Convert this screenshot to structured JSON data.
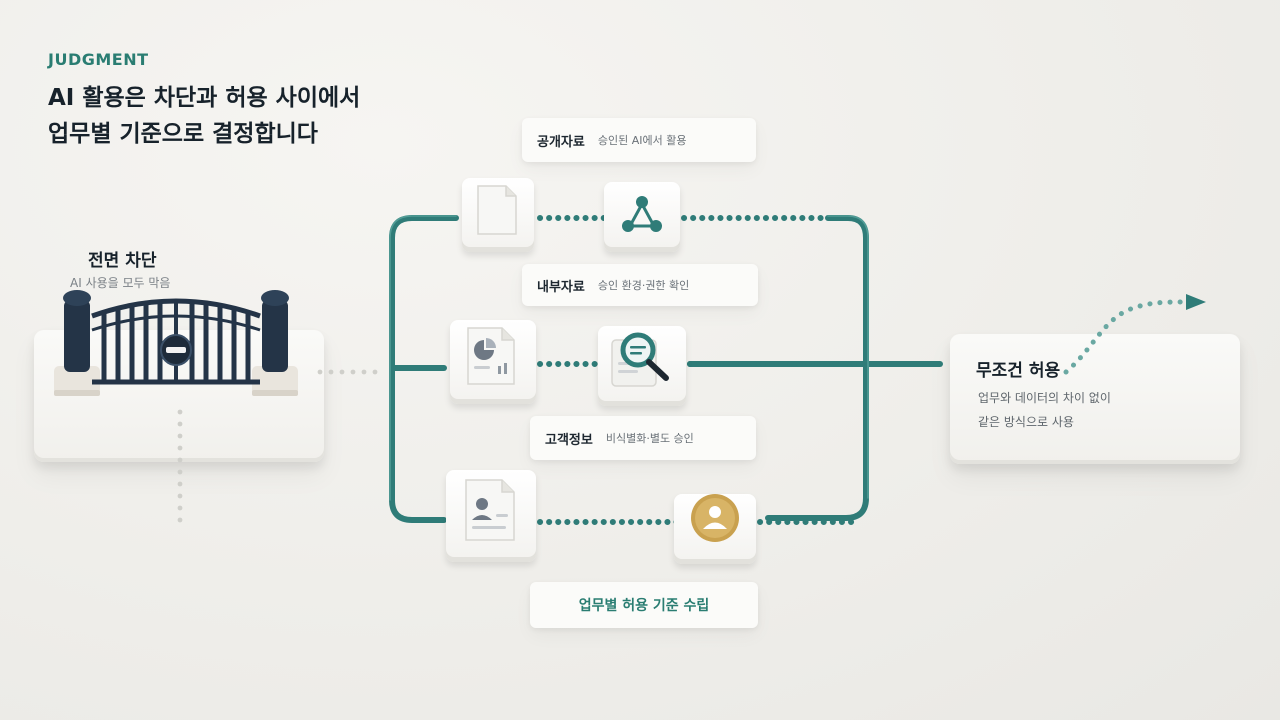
{
  "header": {
    "eyebrow": "JUDGMENT",
    "title_line1": "AI 활용은 차단과 허용 사이에서",
    "title_line2": "업무별 기준으로 결정합니다"
  },
  "left_block": {
    "title": "전면 차단",
    "subtitle": "AI 사용을 모두 막음",
    "icon": "gate-icon"
  },
  "routes": [
    {
      "name": "공개자료",
      "desc": "승인된 AI에서 활용",
      "doc_icon": "document-icon",
      "tool_icon": "network-icon"
    },
    {
      "name": "내부자료",
      "desc": "승인 환경·권한 확인",
      "doc_icon": "chart-document-icon",
      "tool_icon": "magnifier-icon"
    },
    {
      "name": "고객정보",
      "desc": "비식별화·별도 승인",
      "doc_icon": "id-document-icon",
      "tool_icon": "user-badge-icon"
    }
  ],
  "final_label": "업무별 허용 기준 수립",
  "right_block": {
    "title": "무조건 허용",
    "line1": "업무와 데이터의 차이 없이",
    "line2": "같은 방식으로 사용",
    "icon": "arrow-right-icon"
  },
  "colors": {
    "accent": "#2a7d72",
    "pipe": "#2f7c78",
    "gate": "#243447",
    "badge": "#c9a14f",
    "dots": "#c9c9c5"
  }
}
